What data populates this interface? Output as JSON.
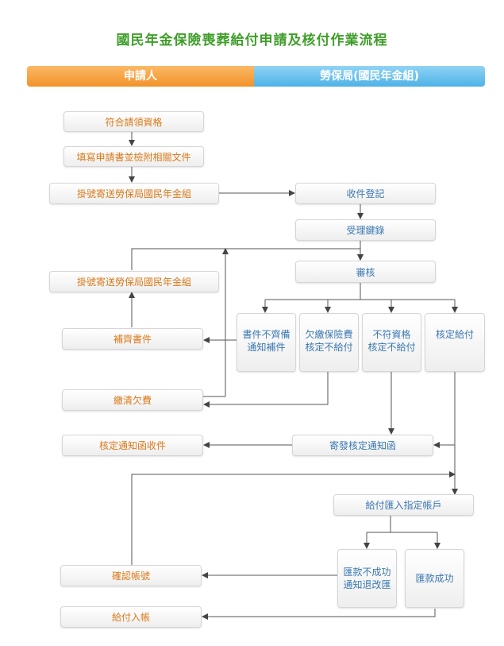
{
  "title": "國民年金保險喪葬給付申請及核付作業流程",
  "lanes": {
    "left": "申請人",
    "right": "勞保局(國民年金組)"
  },
  "nodes": {
    "eligible": "符合請領資格",
    "fill_form": "填寫申請書並檢附相關文件",
    "mail1": "掛號寄送勞保局國民年金組",
    "receive": "收件登記",
    "key_in": "受理鍵錄",
    "review": "審核",
    "mail2": "掛號寄送勞保局國民年金組",
    "incomplete": "書件不齊備\n通知補件",
    "unpaid": "欠繳保險費\n核定不給付",
    "ineligible": "不符資格\n核定不給付",
    "approve": "核定給付",
    "supplement": "補齊書件",
    "pay_arrears": "繳清欠費",
    "notice_received": "核定通知函收件",
    "send_notice": "寄發核定通知函",
    "remit": "給付匯入指定帳戶",
    "remit_fail": "匯款不成功\n通知退改匯",
    "remit_ok": "匯款成功",
    "confirm_account": "確認帳號",
    "paid": "給付入帳"
  }
}
